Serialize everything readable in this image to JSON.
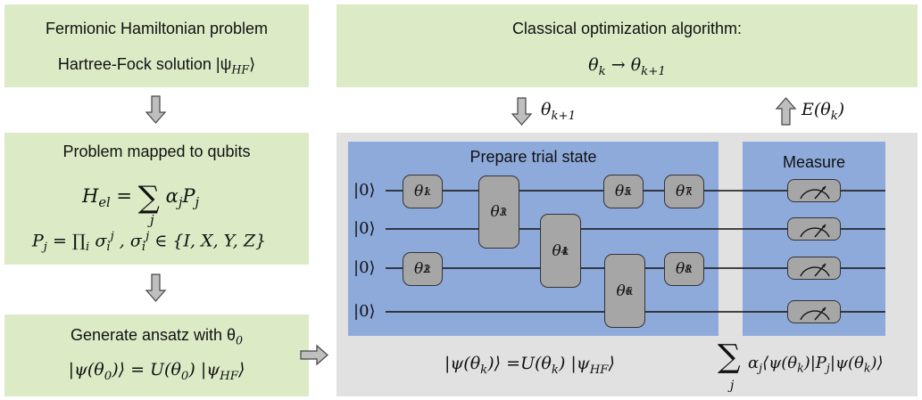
{
  "left_boxes": [
    {
      "title": "Fermionic Hamiltonian problem",
      "line2": "Hartree-Fock solution |ψ",
      "line2_sub": "HF",
      "line2_end": "⟩"
    },
    {
      "title": "Problem mapped to qubits",
      "eq1_lhs": "H",
      "eq1_lhs_sub": "el",
      "eq1_rhs": "α",
      "eq1_rhs_sub": "j",
      "eq1_P": "P",
      "eq1_P_sub": "j",
      "sum_index": "j",
      "eq2": "P",
      "eq2_sub": "j",
      "eq2_rest": " = ∏",
      "eq2_prod_sub": "i",
      "eq2_sigma": "σ",
      "eq2_sigma_sub": "i",
      "eq2_sigma_sup": "j",
      "eq2_tail": " ∈ {I, X, Y, Z}"
    },
    {
      "title": "Generate ansatz with θ",
      "title_sub": "0",
      "eq": "|ψ(θ",
      "eq_sub": "0",
      "eq_mid": ")⟩ = U(θ",
      "eq_sub2": "0",
      "eq_tail": ") |ψ",
      "eq_tail_sub": "HF",
      "eq_end": "⟩"
    }
  ],
  "top_right": {
    "title": "Classical optimization algorithm:",
    "formula": "θ",
    "formula_sub": "k",
    "arrow": "→",
    "formula2": "θ",
    "formula2_sub": "k+1"
  },
  "down_label": {
    "sym": "θ",
    "sub": "k+1"
  },
  "up_label": {
    "sym": "E(θ",
    "sub": "k",
    "end": ")"
  },
  "prepare_title": "Prepare trial state",
  "measure_title": "Measure",
  "kets": [
    "|0⟩",
    "|0⟩",
    "|0⟩",
    "|0⟩"
  ],
  "gates": [
    {
      "label": "θ",
      "sub": "1",
      "sup": "k"
    },
    {
      "label": "θ",
      "sub": "2",
      "sup": "k"
    },
    {
      "label": "θ",
      "sub": "3",
      "sup": "k"
    },
    {
      "label": "θ",
      "sub": "4",
      "sup": "k"
    },
    {
      "label": "θ",
      "sub": "5",
      "sup": "k"
    },
    {
      "label": "θ",
      "sub": "6",
      "sup": "k"
    },
    {
      "label": "θ",
      "sub": "7",
      "sup": "k"
    },
    {
      "label": "θ",
      "sub": "8",
      "sup": "k"
    }
  ],
  "bottom_eq": {
    "a": "|ψ(θ",
    "a_sub": "k",
    "b": ")⟩ =U(θ",
    "b_sub": "k",
    "c": ") |ψ",
    "c_sub": "HF",
    "d": "⟩"
  },
  "expectation": {
    "sum": "∑",
    "sum_sub": "j",
    "body": "α",
    "body_sub": "j",
    "inner": "⟨ψ(θ",
    "inner_sub": "k",
    "mid": ")|P",
    "mid_sub": "j",
    "mid2": "|ψ(θ",
    "mid2_sub": "k",
    "end": ")⟩"
  }
}
